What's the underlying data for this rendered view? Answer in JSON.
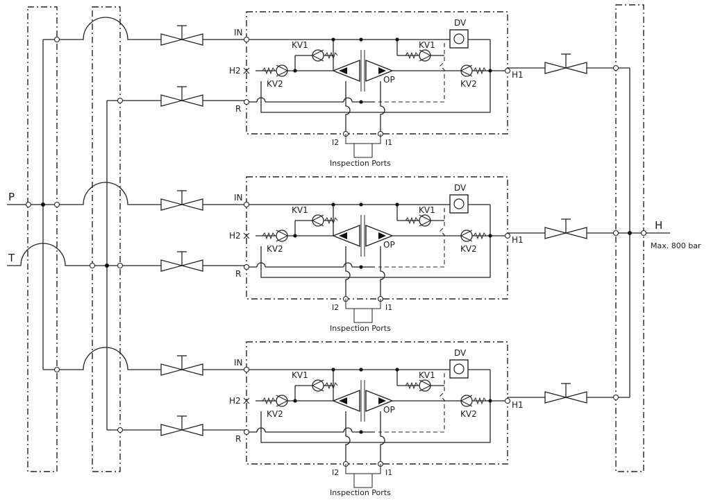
{
  "main_ports": {
    "pressure": "P",
    "tank": "T",
    "output": "H",
    "max_pressure": "Max. 800 bar"
  },
  "module_labels": {
    "in_port": "IN",
    "return_port": "R",
    "h2_port": "H2",
    "h1_port": "H1",
    "check_valve_1": "KV1",
    "check_valve_2": "KV2",
    "diverter_valve": "DV",
    "op_valve": "OP",
    "inspection_1": "I1",
    "inspection_2": "I2",
    "inspection_ports": "Inspection Ports"
  },
  "modules": [
    {
      "id": "module-top"
    },
    {
      "id": "module-middle"
    },
    {
      "id": "module-bottom"
    }
  ]
}
